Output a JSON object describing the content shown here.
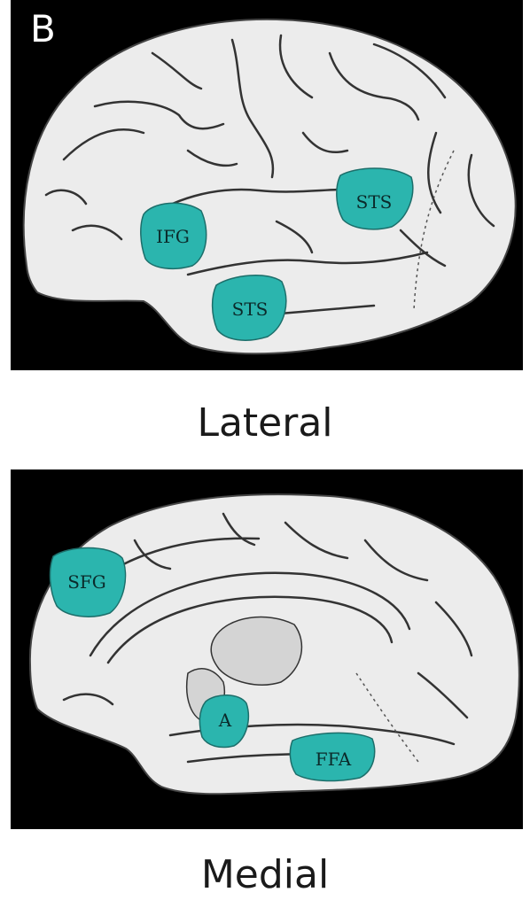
{
  "panel_letter": "B",
  "lateral": {
    "caption": "Lateral",
    "regions": [
      {
        "label": "IFG"
      },
      {
        "label": "STS"
      },
      {
        "label": "STS"
      }
    ]
  },
  "medial": {
    "caption": "Medial",
    "regions": [
      {
        "label": "SFG"
      },
      {
        "label": "A"
      },
      {
        "label": "FFA"
      }
    ]
  },
  "colors": {
    "region_fill": "#2bb5ae",
    "brain_fill": "#ececec",
    "background": "#000000"
  }
}
